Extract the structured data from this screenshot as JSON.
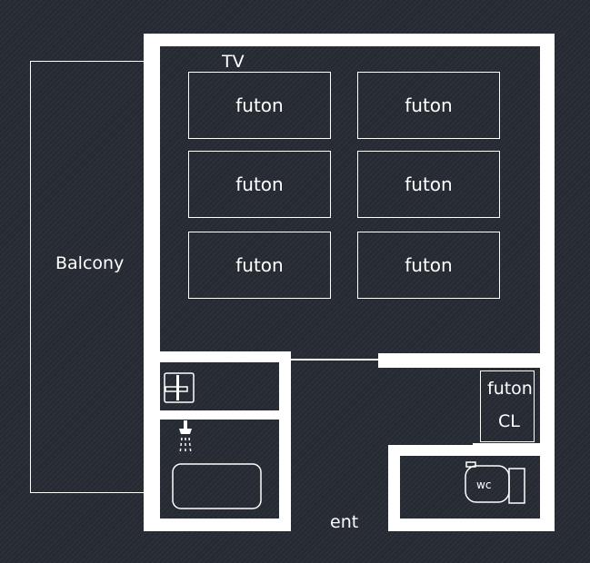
{
  "rooms": {
    "balcony": "Balcony",
    "tv": "TV",
    "entrance": "ent",
    "wc": "wc",
    "closet_futon": "futon",
    "closet": "CL"
  },
  "futons": [
    "futon",
    "futon",
    "futon",
    "futon",
    "futon",
    "futon"
  ],
  "colors": {
    "background": "#262a33",
    "line": "#ffffff"
  },
  "icons": [
    "shower-icon",
    "sink-icon",
    "bathtub-icon",
    "toilet-icon"
  ]
}
